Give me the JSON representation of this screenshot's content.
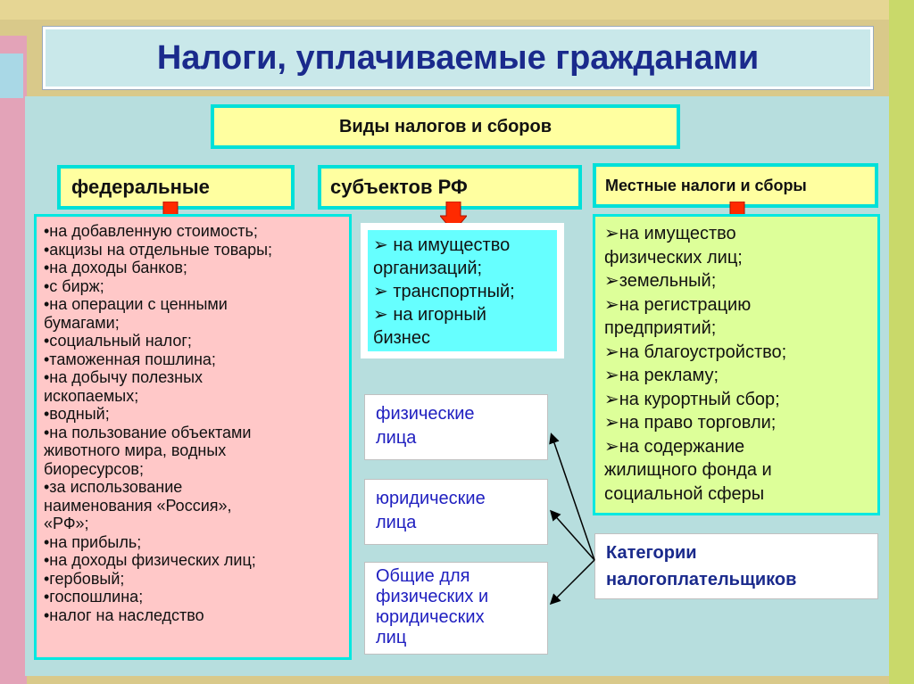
{
  "title": "Налоги, уплачиваемые гражданами",
  "header": "Виды налогов и сборов",
  "columns": [
    {
      "label": "федеральные"
    },
    {
      "label": "субъектов РФ"
    },
    {
      "label": "Местные налоги и сборы"
    }
  ],
  "federal_items": [
    "•на добавленную стоимость;",
    "•акцизы на отдельные товары;",
    "•на доходы банков;",
    "•с бирж;",
    "•на операции с ценными",
    "бумагами;",
    "•социальный налог;",
    "•таможенная пошлина;",
    "•на добычу полезных",
    "ископаемых;",
    "•водный;",
    "•на пользование объектами",
    "животного мира, водных",
    "биоресурсов;",
    "•за использование",
    "наименования «Россия»,",
    "«РФ»;",
    "•на прибыль;",
    "•на доходы физических лиц;",
    "•гербовый;",
    "•госпошлина;",
    "•налог на наследство"
  ],
  "regional_items": [
    "➢ на имущество",
    "организаций;",
    "➢ транспортный;",
    "➢ на игорный",
    "бизнес"
  ],
  "local_items": [
    "➢на имущество",
    "физических лиц;",
    "➢земельный;",
    "➢на регистрацию",
    "предприятий;",
    "➢на благоустройство;",
    "➢на рекламу;",
    "➢на курортный сбор;",
    "➢на право торговли;",
    "➢на содержание",
    "жилищного фонда и",
    "социальной сферы"
  ],
  "taxpayers": [
    {
      "line1": "физические",
      "line2": "лица"
    },
    {
      "line1": "юридические",
      "line2": "лица"
    },
    {
      "line1": "Общие для",
      "line2": "физических и",
      "line3": "юридических",
      "line4": "лиц"
    }
  ],
  "categories": {
    "line1": "Категории",
    "line2": "налогоплательщиков"
  },
  "colors": {
    "title": "#1a2a8c",
    "arrow_red": "#ff2a00",
    "border_cyan": "#00e0d8"
  }
}
